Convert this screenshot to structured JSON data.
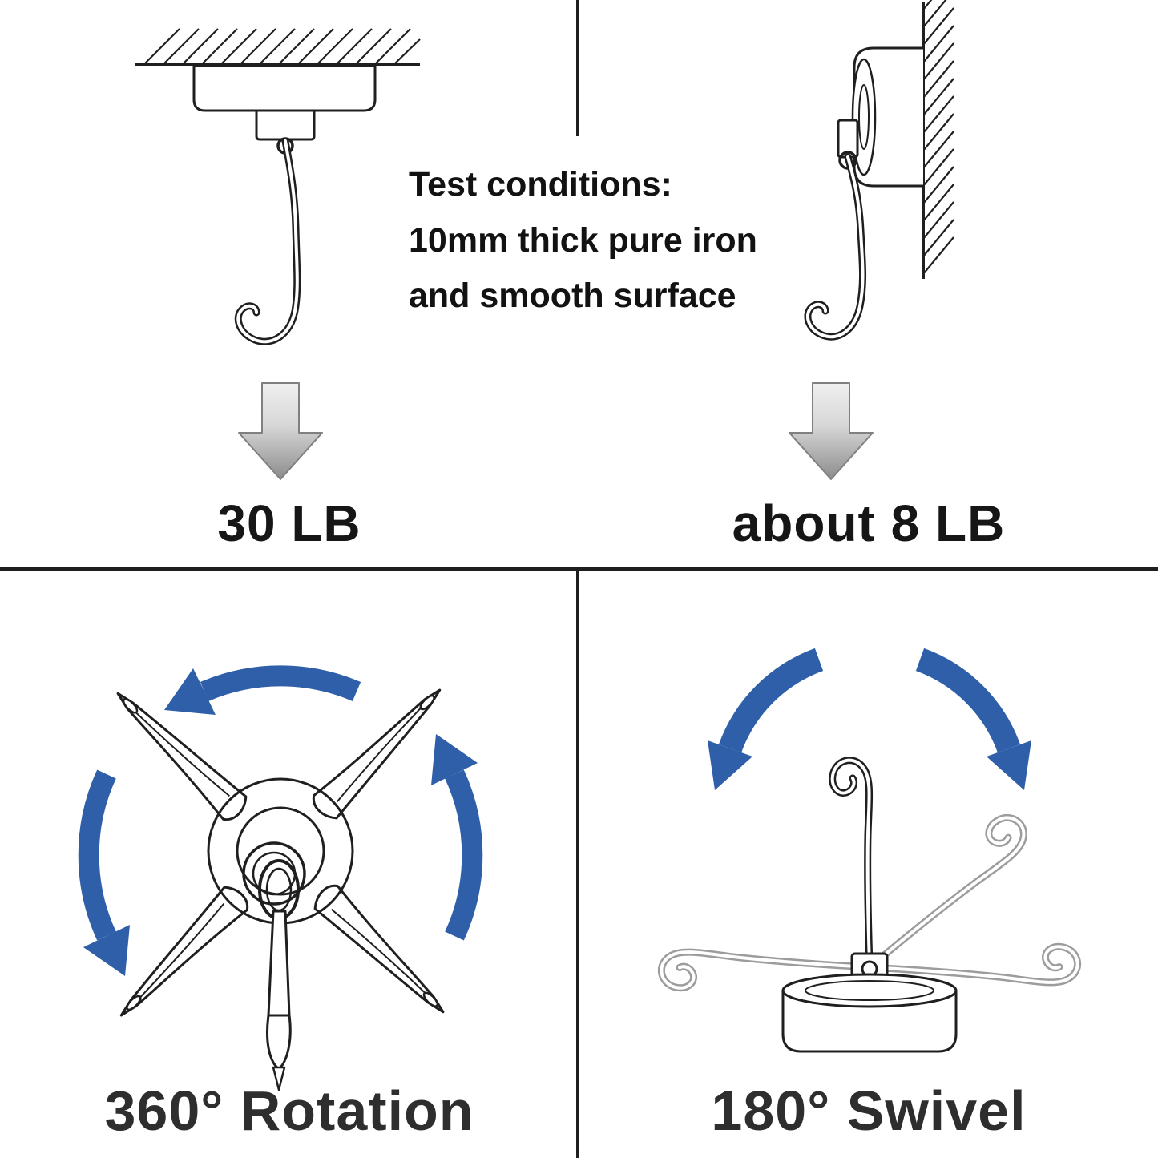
{
  "colors": {
    "background": "#ffffff",
    "ink": "#1f1f1f",
    "arrow_blue": "#2e5fa8",
    "hook_gray": "#9c9c9c",
    "arrow_gray_light": "#efefef",
    "arrow_gray_dark": "#8c8c8c"
  },
  "test_conditions": {
    "lines": [
      "Test conditions:",
      "10mm thick pure iron",
      "and smooth surface"
    ]
  },
  "panels": {
    "ceiling_pull": {
      "label": "30 LB",
      "icon": "ceiling-magnet-hook-icon"
    },
    "wall_pull": {
      "label": "about 8 LB",
      "icon": "wall-magnet-hook-icon"
    },
    "rotation": {
      "label": "360° Rotation",
      "icon": "rotation-360-icon"
    },
    "swivel": {
      "label": "180° Swivel",
      "icon": "swivel-180-icon"
    }
  }
}
